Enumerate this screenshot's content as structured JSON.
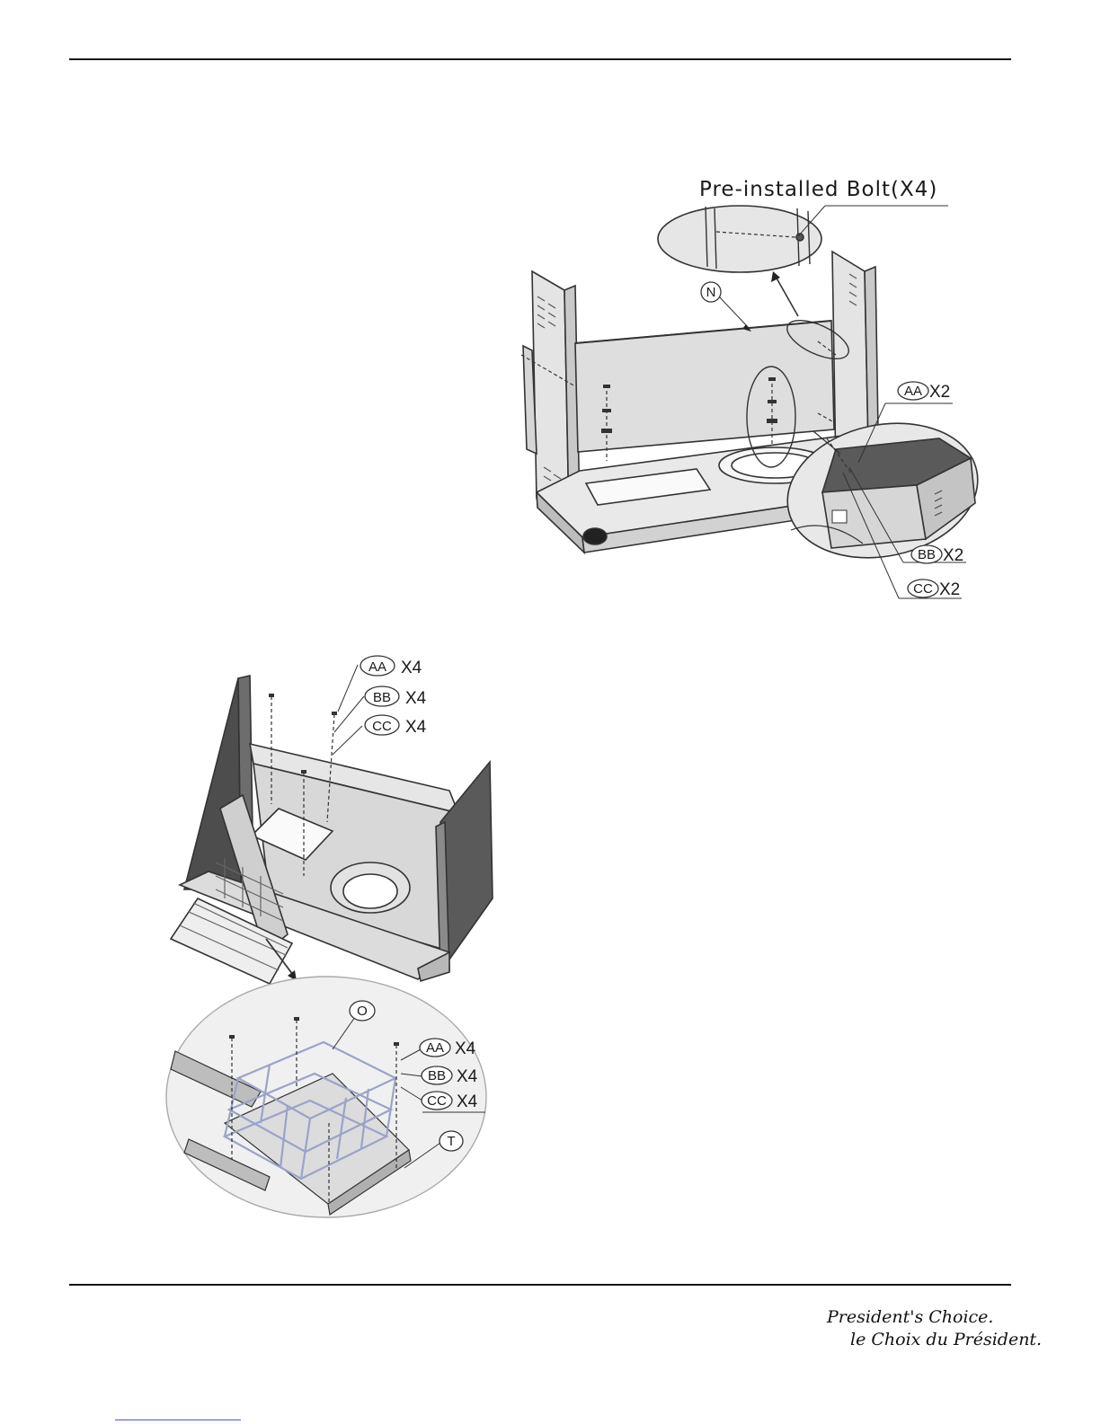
{
  "figure_top": {
    "bolt_label": "Pre-installed Bolt(X4)",
    "part_n": "N",
    "hardware": [
      {
        "code": "AA",
        "qty": "X2"
      },
      {
        "code": "BB",
        "qty": "X2"
      },
      {
        "code": "CC",
        "qty": "X2"
      }
    ]
  },
  "figure_bottom": {
    "hardware_top": [
      {
        "code": "AA",
        "qty": "X4"
      },
      {
        "code": "BB",
        "qty": "X4"
      },
      {
        "code": "CC",
        "qty": "X4"
      }
    ],
    "part_o": "O",
    "hardware_detail": [
      {
        "code": "AA",
        "qty": "X4"
      },
      {
        "code": "BB",
        "qty": "X4"
      },
      {
        "code": "CC",
        "qty": "X4"
      }
    ],
    "part_t": "T"
  },
  "footer": {
    "brand_line_1": "President's Choice.",
    "brand_line_2": "le Choix du Président."
  }
}
